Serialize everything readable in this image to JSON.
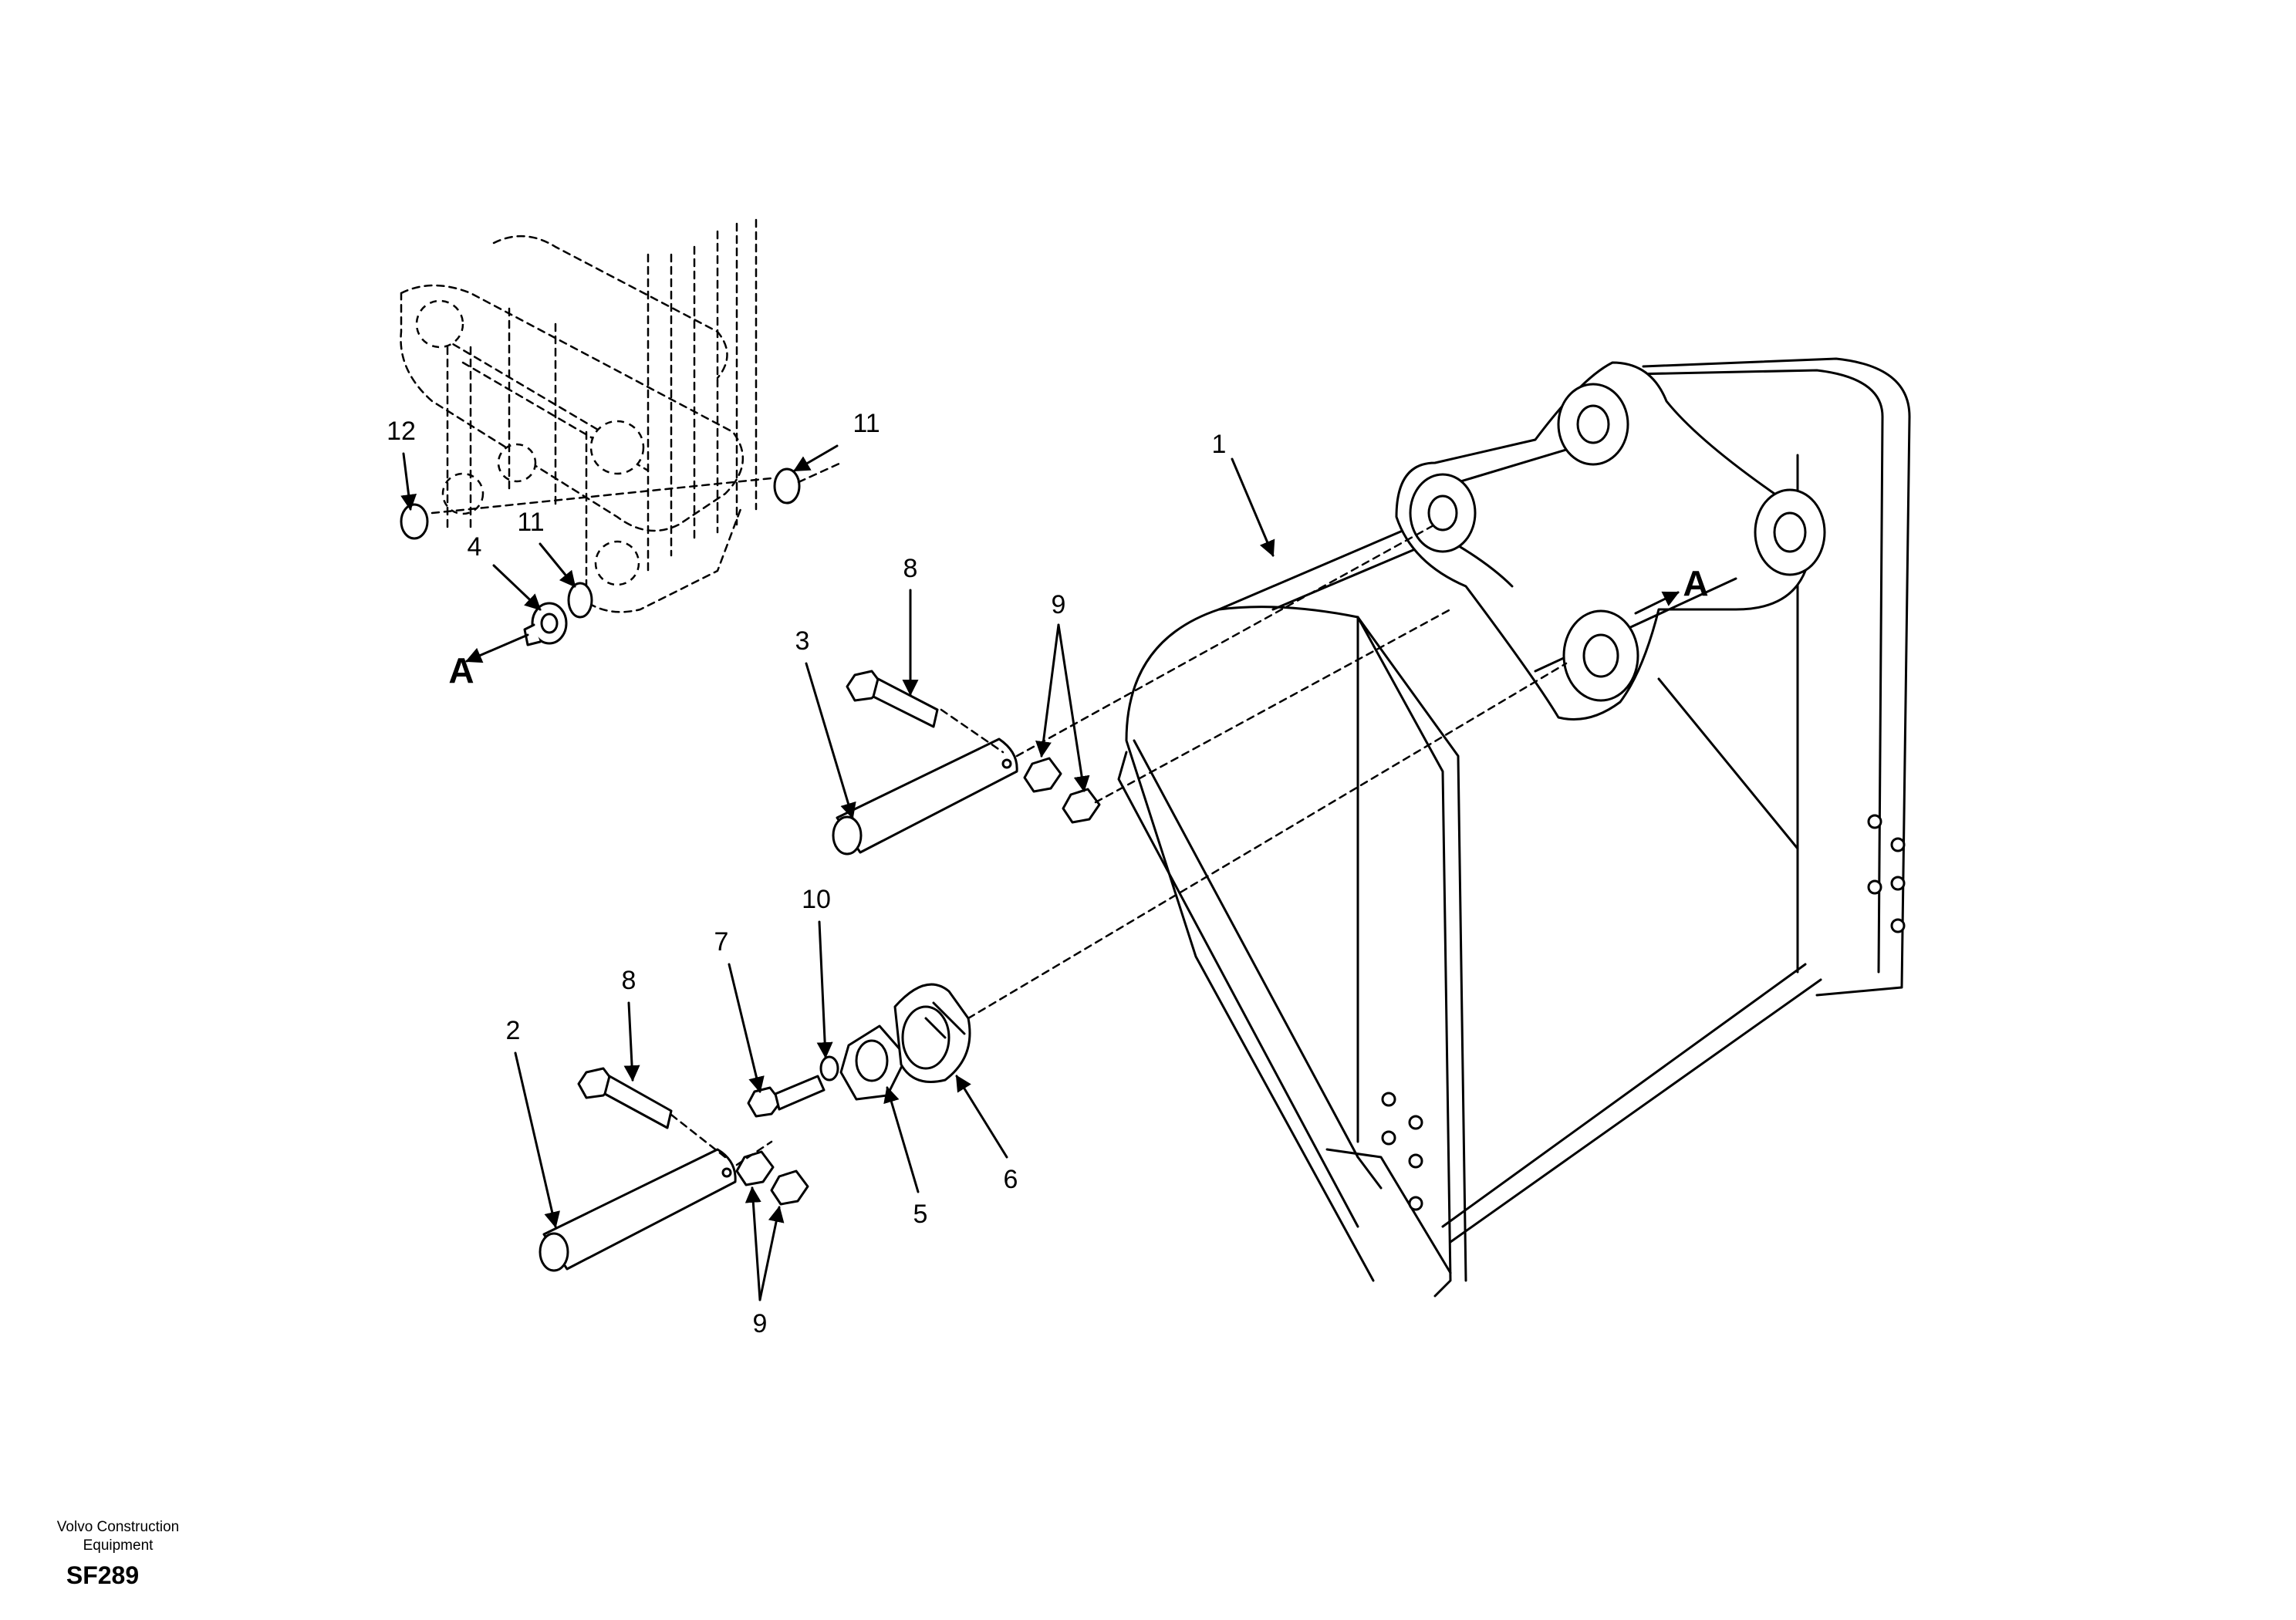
{
  "callouts": [
    {
      "id": "c1",
      "label": "1"
    },
    {
      "id": "c2",
      "label": "2"
    },
    {
      "id": "c3",
      "label": "3"
    },
    {
      "id": "c4",
      "label": "4"
    },
    {
      "id": "c5",
      "label": "5"
    },
    {
      "id": "c6",
      "label": "6"
    },
    {
      "id": "c7",
      "label": "7"
    },
    {
      "id": "c8a",
      "label": "8"
    },
    {
      "id": "c8b",
      "label": "8"
    },
    {
      "id": "c9a",
      "label": "9"
    },
    {
      "id": "c9b",
      "label": "9"
    },
    {
      "id": "c10",
      "label": "10"
    },
    {
      "id": "c11a",
      "label": "11"
    },
    {
      "id": "c11b",
      "label": "11"
    },
    {
      "id": "c12",
      "label": "12"
    }
  ],
  "section_markers": [
    {
      "id": "a-left",
      "label": "A"
    },
    {
      "id": "a-right",
      "label": "A"
    }
  ],
  "footer": {
    "company_line1": "Volvo Construction",
    "company_line2": "Equipment",
    "drawing_code": "SF289"
  }
}
